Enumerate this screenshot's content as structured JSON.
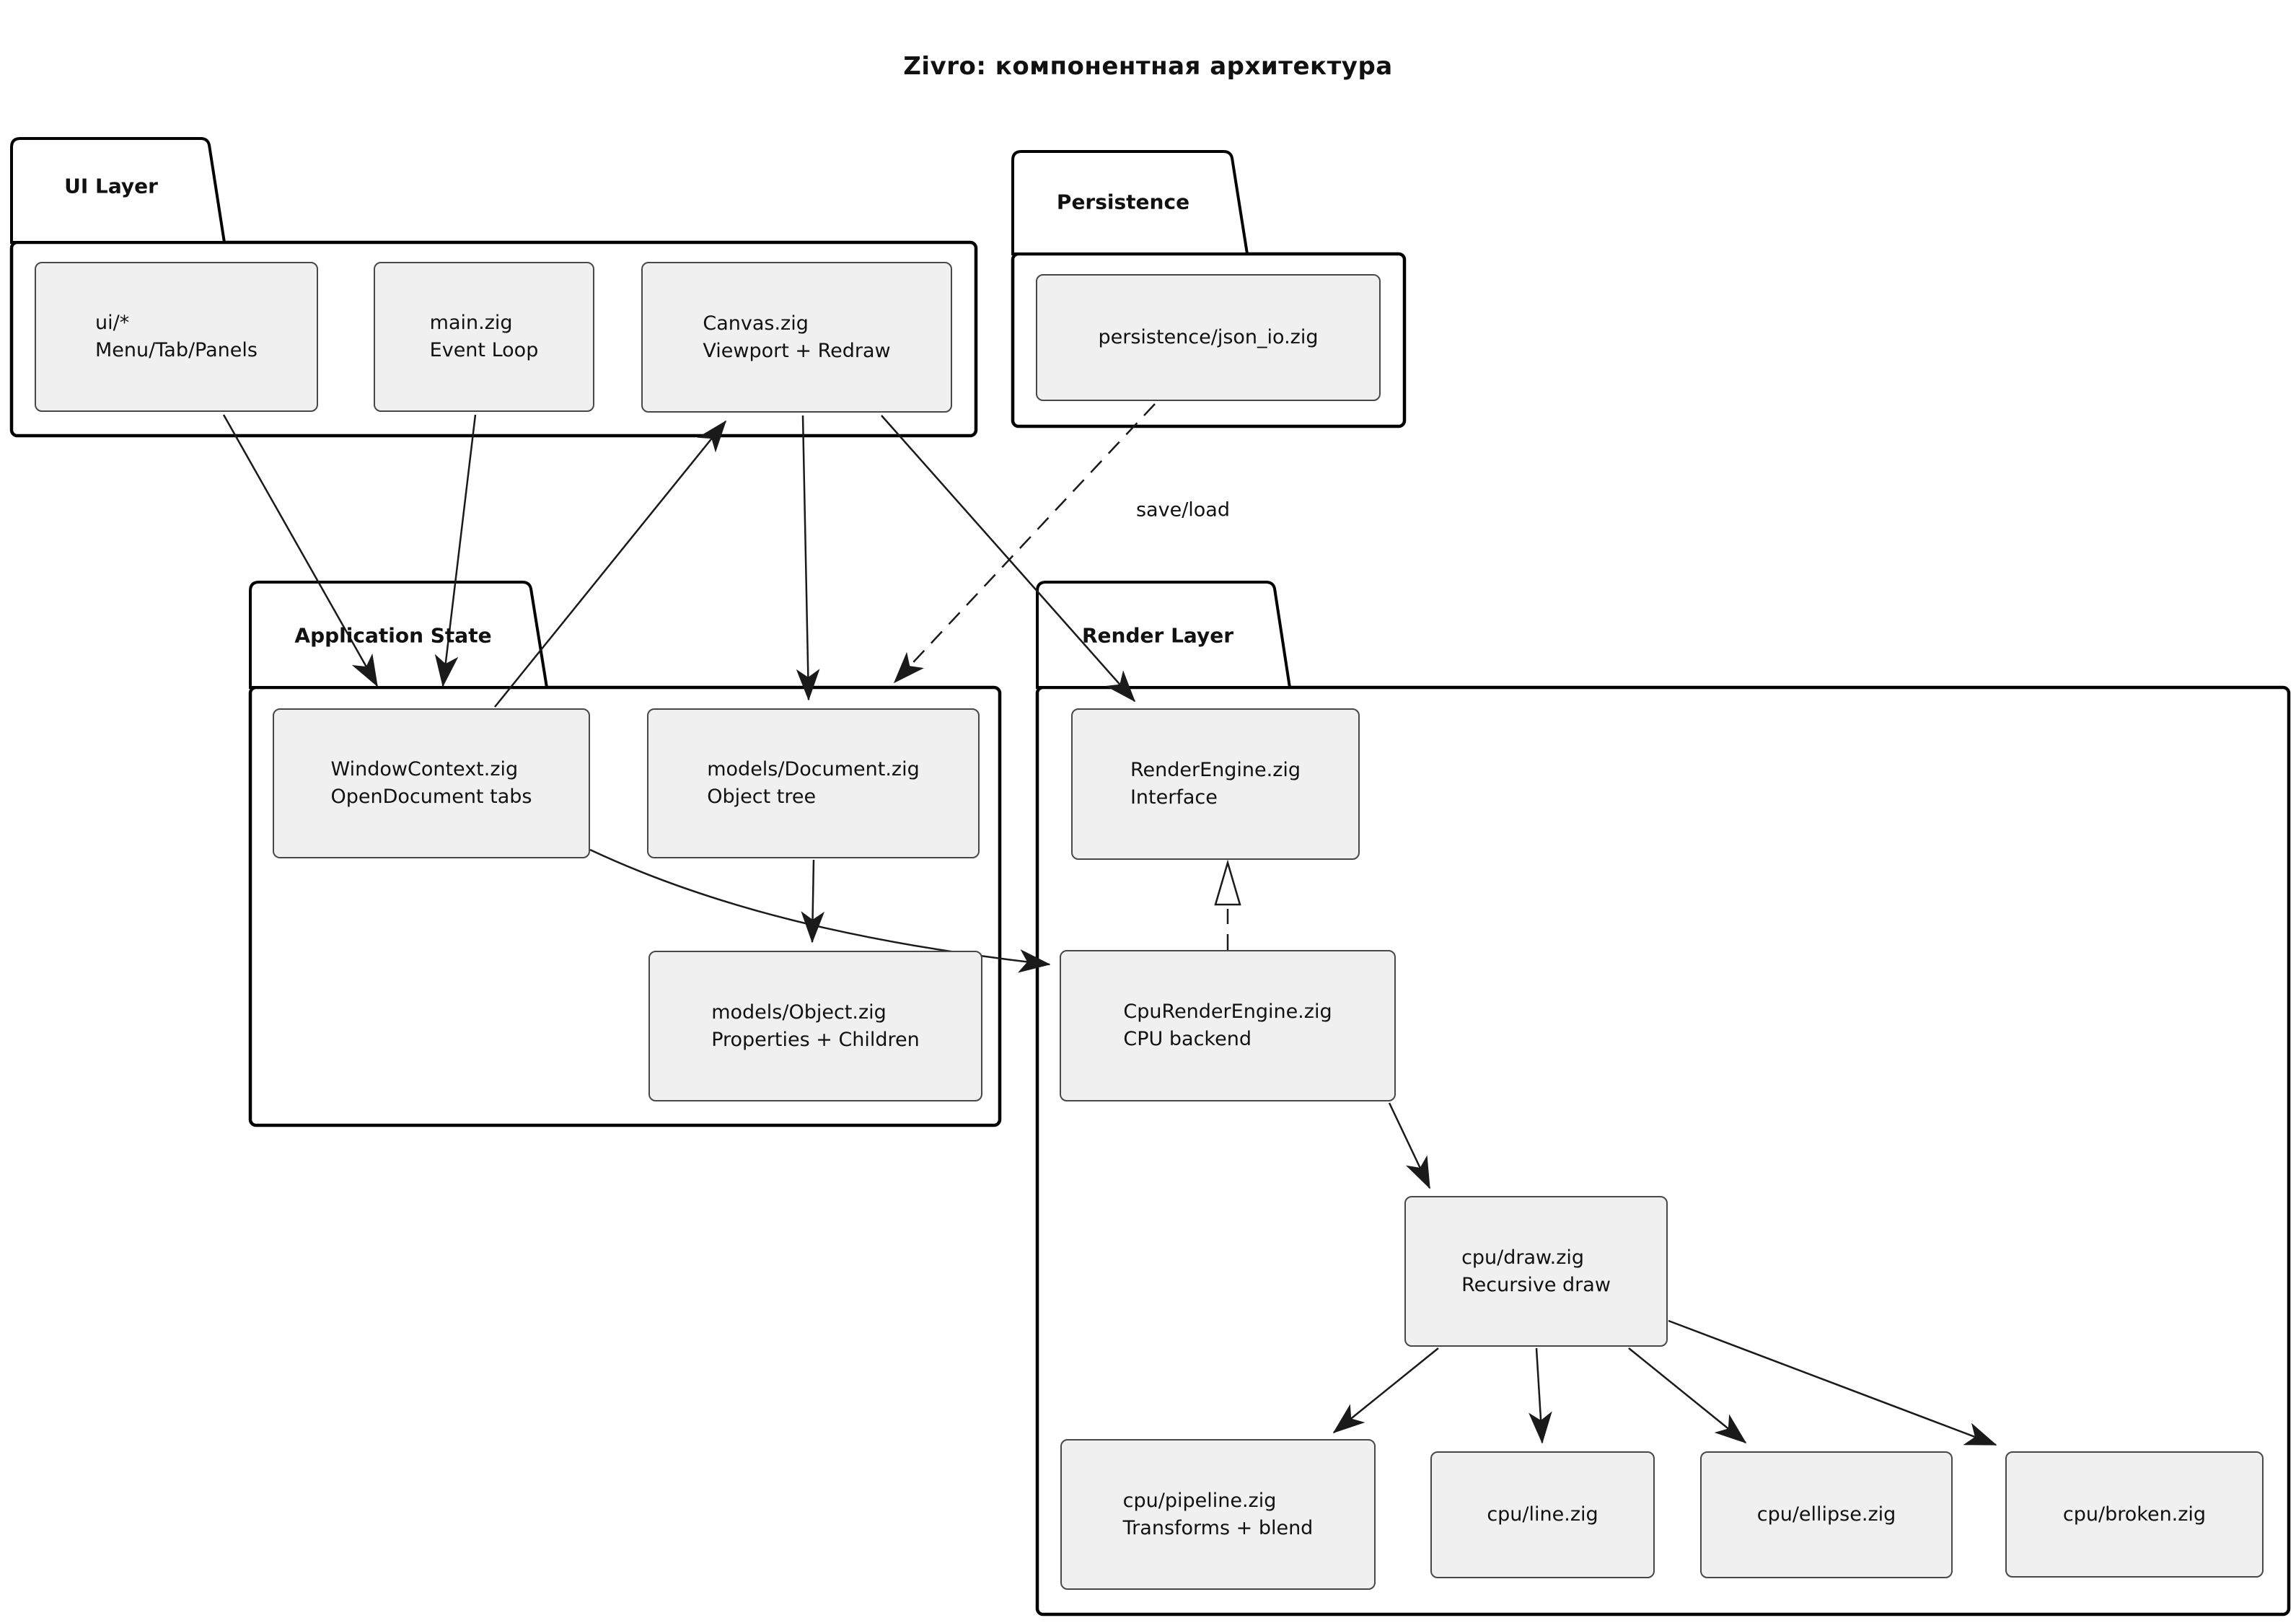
{
  "title": "Zivro: компонентная архитектура",
  "packages": {
    "ui_layer": {
      "name": "UI Layer"
    },
    "persistence": {
      "name": "Persistence"
    },
    "app_state": {
      "name": "Application State"
    },
    "render_layer": {
      "name": "Render Layer"
    }
  },
  "nodes": {
    "ui": {
      "line1": "ui/*",
      "line2": "Menu/Tab/Panels"
    },
    "main": {
      "line1": "main.zig",
      "line2": "Event Loop"
    },
    "canvas": {
      "line1": "Canvas.zig",
      "line2": "Viewport + Redraw"
    },
    "json_io": {
      "line1": "persistence/json_io.zig"
    },
    "window_context": {
      "line1": "WindowContext.zig",
      "line2": "OpenDocument tabs"
    },
    "document": {
      "line1": "models/Document.zig",
      "line2": "Object tree"
    },
    "object": {
      "line1": "models/Object.zig",
      "line2": "Properties + Children"
    },
    "render_engine": {
      "line1": "RenderEngine.zig",
      "line2": "Interface"
    },
    "cpu_render_engine": {
      "line1": "CpuRenderEngine.zig",
      "line2": "CPU backend"
    },
    "draw": {
      "line1": "cpu/draw.zig",
      "line2": "Recursive draw"
    },
    "pipeline": {
      "line1": "cpu/pipeline.zig",
      "line2": "Transforms + blend"
    },
    "line": {
      "line1": "cpu/line.zig"
    },
    "ellipse": {
      "line1": "cpu/ellipse.zig"
    },
    "broken": {
      "line1": "cpu/broken.zig"
    }
  },
  "edge_labels": {
    "save_load": "save/load"
  },
  "edges": [
    {
      "from": "ui",
      "to": "window_context",
      "style": "solid"
    },
    {
      "from": "main",
      "to": "window_context",
      "style": "solid"
    },
    {
      "from": "window_context",
      "to": "canvas",
      "style": "solid"
    },
    {
      "from": "canvas",
      "to": "document",
      "style": "solid"
    },
    {
      "from": "canvas",
      "to": "render_engine",
      "style": "solid"
    },
    {
      "from": "json_io",
      "to": "document",
      "style": "dashed",
      "label": "save/load"
    },
    {
      "from": "document",
      "to": "object",
      "style": "solid"
    },
    {
      "from": "window_context",
      "to": "cpu_render_engine",
      "style": "solid"
    },
    {
      "from": "cpu_render_engine",
      "to": "render_engine",
      "style": "dashed-realization"
    },
    {
      "from": "cpu_render_engine",
      "to": "draw",
      "style": "solid"
    },
    {
      "from": "draw",
      "to": "pipeline",
      "style": "solid"
    },
    {
      "from": "draw",
      "to": "line",
      "style": "solid"
    },
    {
      "from": "draw",
      "to": "ellipse",
      "style": "solid"
    },
    {
      "from": "draw",
      "to": "broken",
      "style": "solid"
    }
  ],
  "colors": {
    "node_fill": "#f0f0f0",
    "node_border": "#484848",
    "edge": "#1a1a1a",
    "package_border": "#000000",
    "text": "#111111",
    "background": "#ffffff"
  }
}
